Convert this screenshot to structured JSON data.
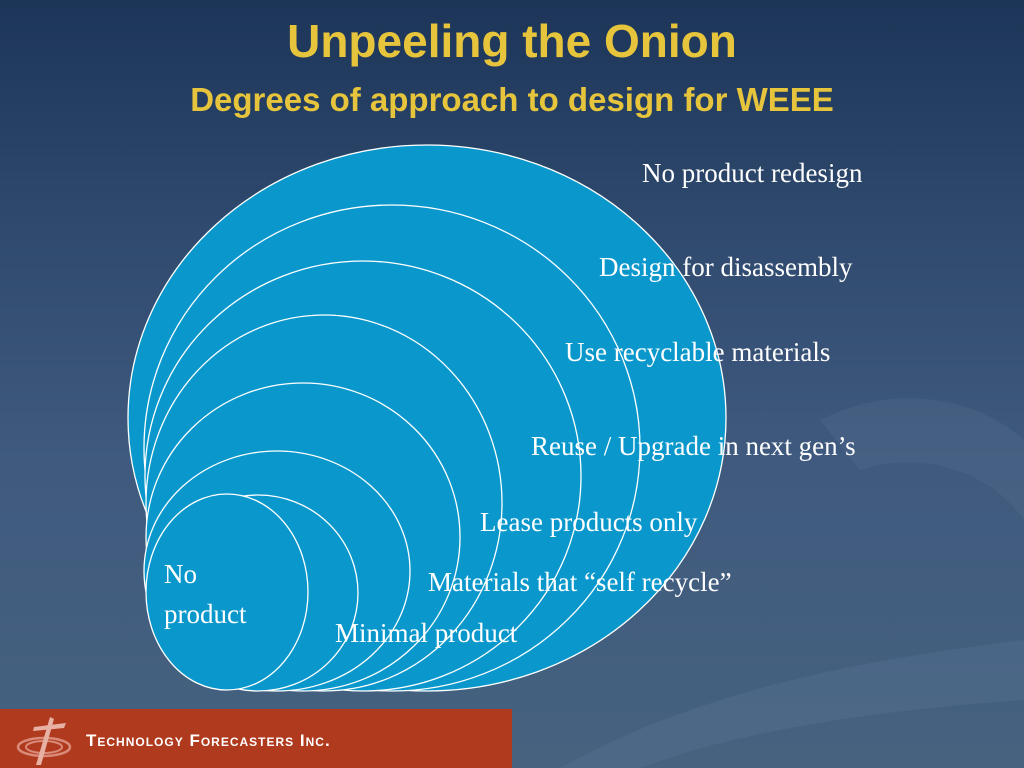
{
  "slide": {
    "title": "Unpeeling the Onion",
    "subtitle": "Degrees of approach to design for WEEE"
  },
  "layers": [
    {
      "label": "No product redesign"
    },
    {
      "label": "Design for disassembly"
    },
    {
      "label": "Use recyclable materials"
    },
    {
      "label": "Reuse / Upgrade in next gen’s"
    },
    {
      "label": "Lease products only"
    },
    {
      "label": "Materials that “self recycle”"
    },
    {
      "label": "Minimal product"
    },
    {
      "label_line1": "No",
      "label_line2": "product"
    }
  ],
  "footer": {
    "company": "Technology Forecasters Inc.",
    "logo_icon": "tfi-logo-icon"
  },
  "colors": {
    "title": "#e6c43c",
    "ring_fill": "#0a98cc",
    "ring_stroke": "#ffffff",
    "footer_bar": "#b03a1e"
  }
}
